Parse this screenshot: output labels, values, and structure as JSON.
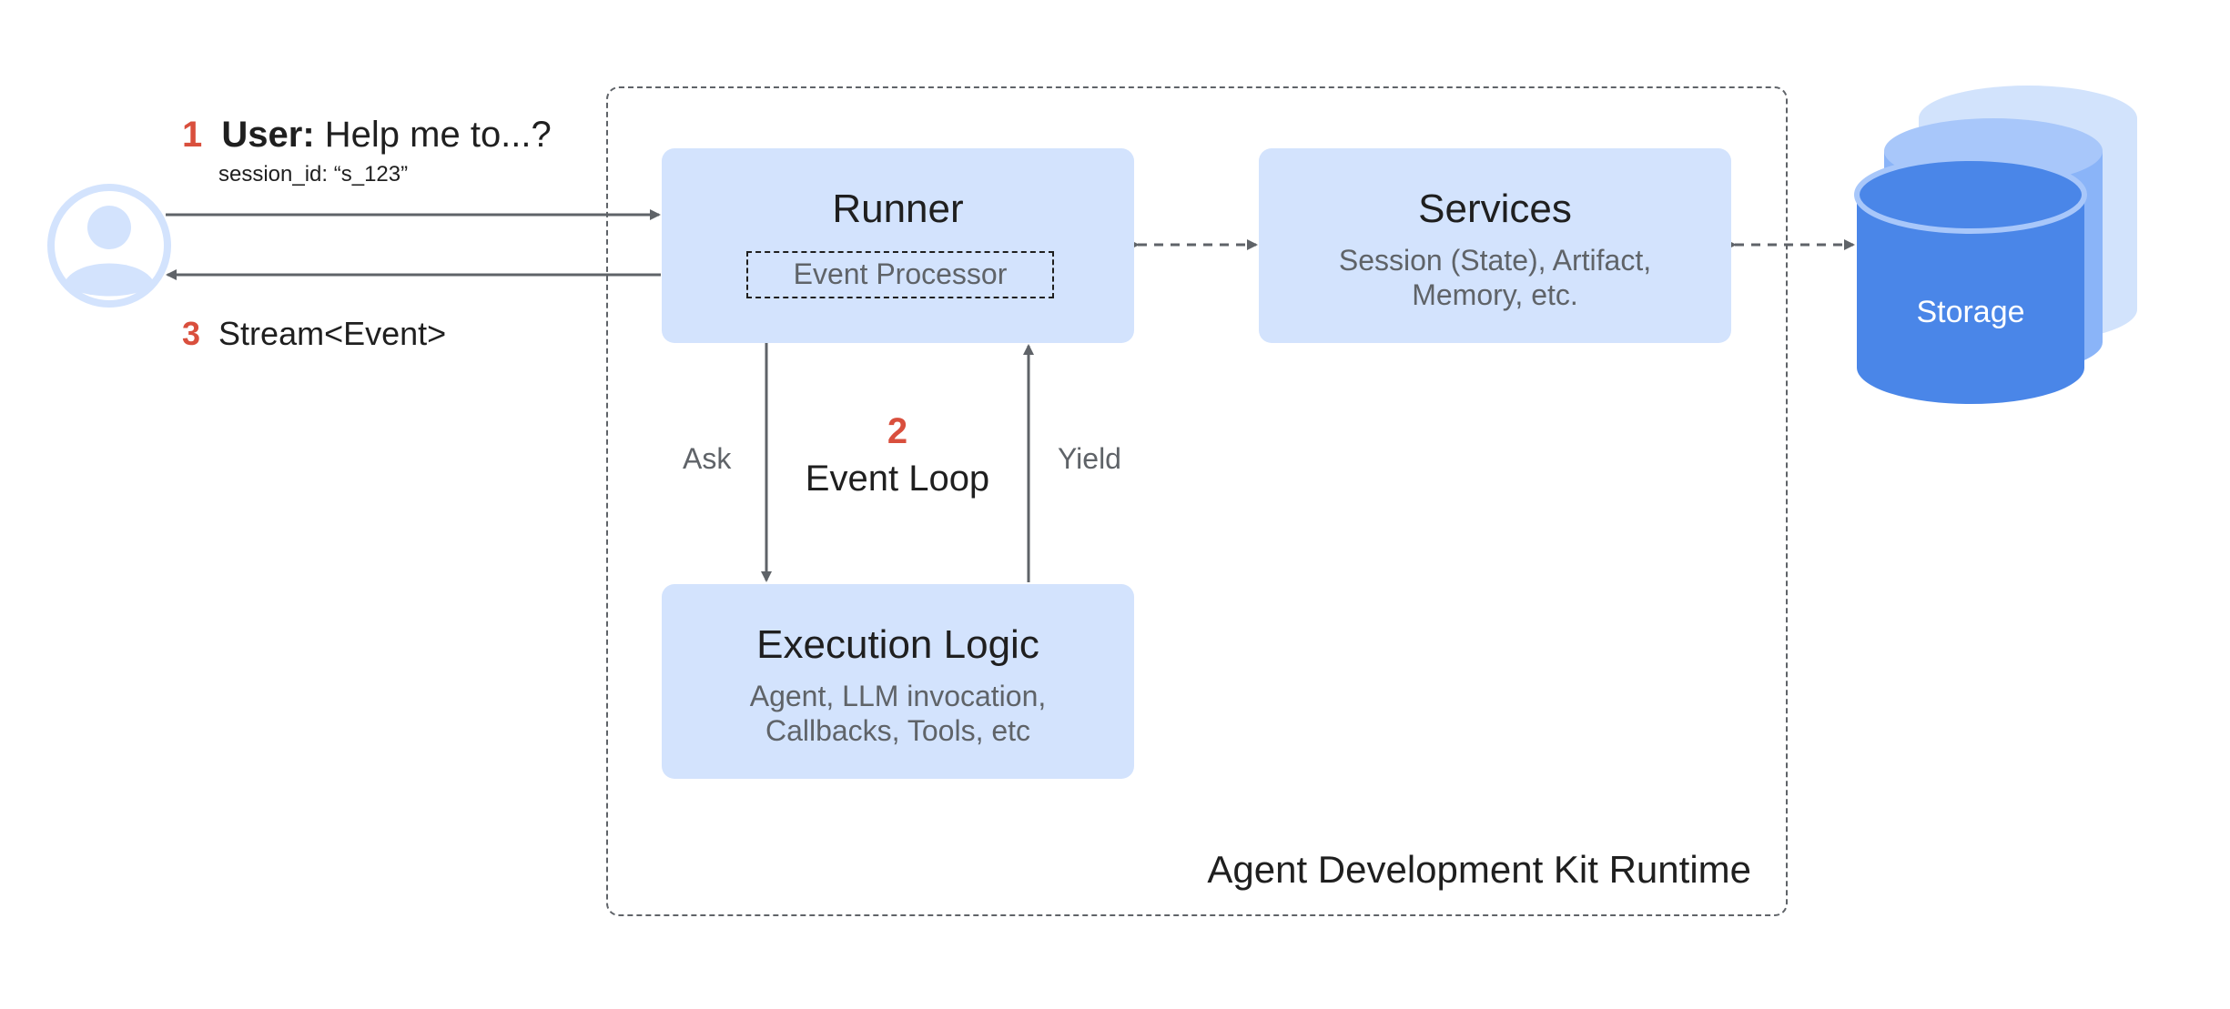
{
  "user_request": {
    "step_number": "1",
    "user_label": "User:",
    "message": "Help me to...?",
    "session_id": "session_id: “s_123”"
  },
  "response": {
    "step_number": "3",
    "label": "Stream<Event>"
  },
  "runner": {
    "title": "Runner",
    "processor_label": "Event Processor"
  },
  "services": {
    "title": "Services",
    "line1": "Session (State), Artifact,",
    "line2": "Memory, etc."
  },
  "execution_logic": {
    "title": "Execution Logic",
    "line1": "Agent, LLM invocation,",
    "line2": "Callbacks, Tools, etc"
  },
  "event_loop": {
    "step_number": "2",
    "label": "Event Loop",
    "ask_label": "Ask",
    "yield_label": "Yield"
  },
  "storage": {
    "label": "Storage"
  },
  "runtime": {
    "label": "Agent Development Kit Runtime"
  },
  "icons": {
    "user": "user-avatar-icon",
    "storage": "database-cylinder-icon"
  },
  "colors": {
    "box_fill": "#d3e3fd",
    "step_number": "#d94f3d",
    "storage_front": "#4a86e8",
    "storage_middle": "#8ab4f8",
    "storage_back": "#d2e3fc",
    "arrow": "#5f6368"
  }
}
